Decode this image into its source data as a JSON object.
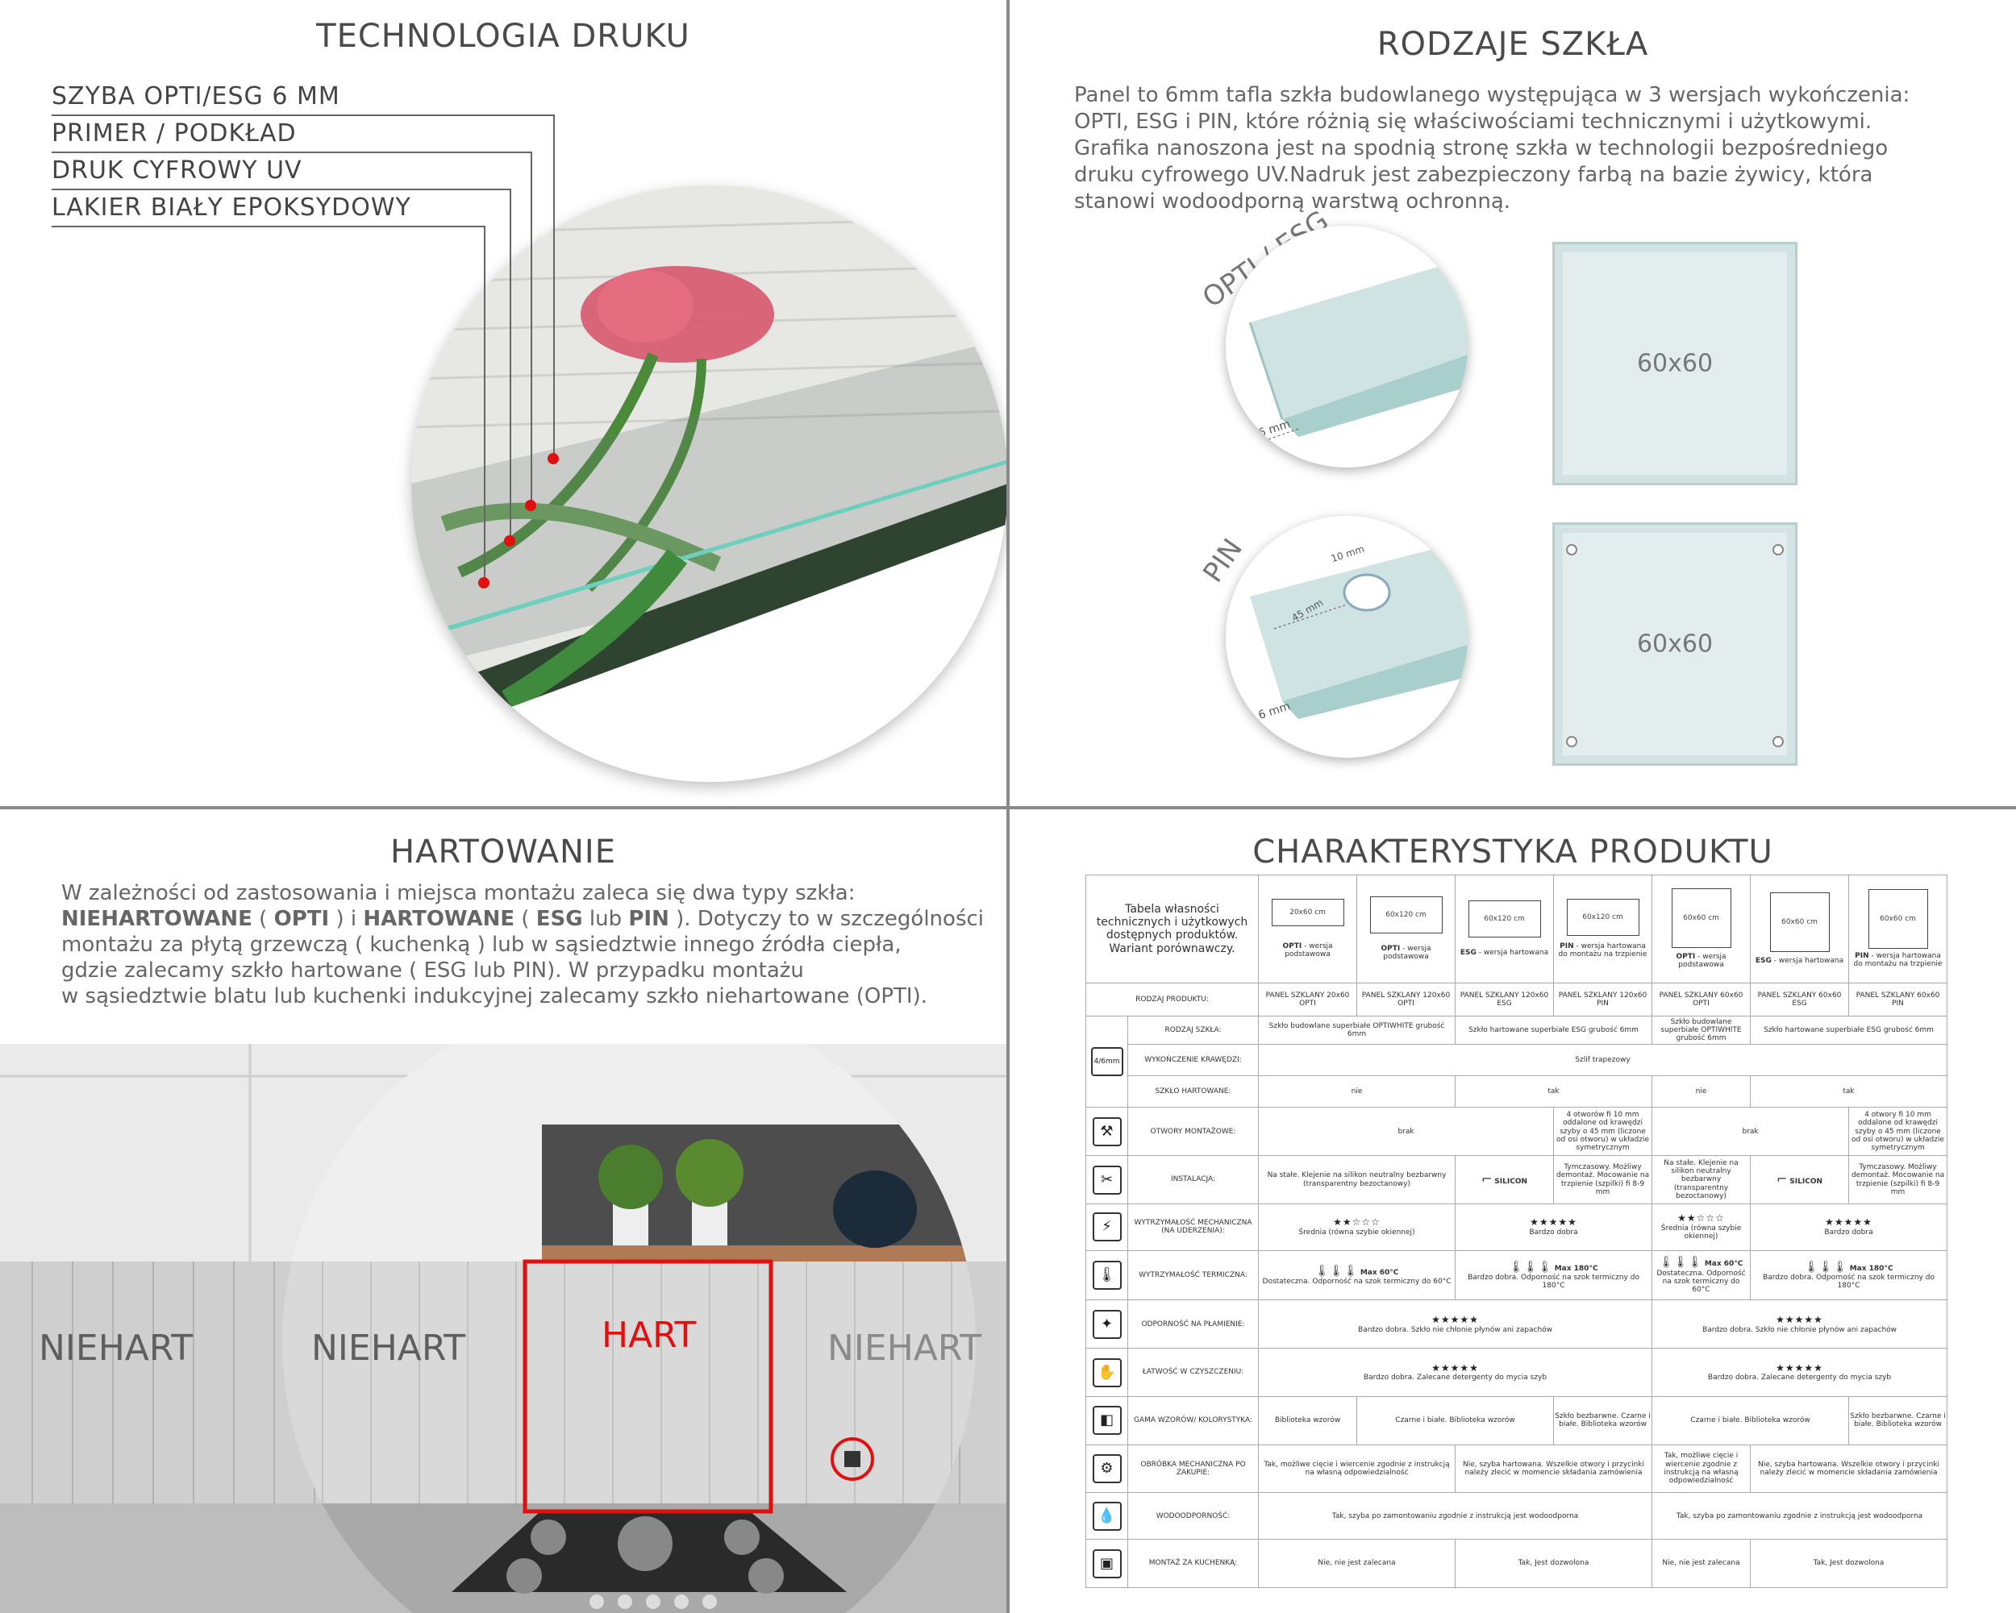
{
  "q1": {
    "title": "TECHNOLOGIA DRUKU",
    "layers": [
      "SZYBA OPTI/ESG 6 MM",
      "PRIMER / PODKŁAD",
      "DRUK CYFROWY UV",
      "LAKIER BIAŁY EPOKSYDOWY"
    ]
  },
  "q2": {
    "title": "RODZAJE SZKŁA",
    "paragraph": [
      "Panel to 6mm tafla szkła budowlanego występująca w 3 wersjach wykończenia:",
      "OPTI, ESG i PIN, które różnią się właściwościami technicznymi i użytkowymi.",
      "Grafika nanoszona jest na spodnią stronę szkła w technologii bezpośredniego",
      "druku cyfrowego UV.Nadruk jest zabezpieczony farbą na bazie żywicy, która",
      "stanowi wodoodporną warstwą ochronną."
    ],
    "opti_label": "OPTI / ESG",
    "pin_label": "PIN",
    "mm6": "6 mm",
    "mm10": "10 mm",
    "mm45": "45 mm",
    "panel_size_1": "60x60",
    "panel_size_2": "60x60"
  },
  "q3": {
    "title": "HARTOWANIE",
    "p1": "W zależności od zastosowania i miejsca montażu zaleca się dwa typy szkła:",
    "p2_a": "NIEHARTOWANE",
    "p2_b": " ( ",
    "p2_c": "OPTI",
    "p2_d": " ) i ",
    "p2_e": "HARTOWANE",
    "p2_f": " ( ",
    "p2_g": "ESG",
    "p2_h": " lub ",
    "p2_i": "PIN",
    "p2_j": " ). Dotyczy to w szczególności",
    "p3": "montażu za płytą grzewczą ( kuchenką ) lub w sąsiedztwie innego źródła ciepła,",
    "p4": "gdzie zalecamy szkło hartowane ( ESG lub PIN). W przypadku montażu",
    "p5": "w sąsiedztwie blatu lub kuchenki indukcyjnej zalecamy szkło niehartowane (OPTI).",
    "zones": [
      "NIEHART",
      "NIEHART",
      "HART",
      "NIEHART"
    ]
  },
  "q4": {
    "title": "CHARAKTERYSTYKA PRODUKTU",
    "table_caption": "Tabela własności technicznych i użytkowych dostępnych produktów. Wariant porównawczy.",
    "products": [
      {
        "size": "20x60 cm",
        "variant": "OPTI",
        "desc": " - wersja podstawowa",
        "name": "PANEL SZKLANY 20x60 OPTI"
      },
      {
        "size": "60x120 cm",
        "variant": "OPTI",
        "desc": " - wersja podstawowa",
        "name": "PANEL SZKLANY 120x60 OPTI"
      },
      {
        "size": "60x120 cm",
        "variant": "ESG",
        "desc": " - wersja hartowana",
        "name": "PANEL SZKLANY 120x60 ESG"
      },
      {
        "size": "60x120 cm",
        "variant": "PIN",
        "desc": " - wersja hartowana do montażu na trzpienie",
        "name": "PANEL SZKLANY 120x60 PIN"
      },
      {
        "size": "60x60 cm",
        "variant": "OPTI",
        "desc": " - wersja podstawowa",
        "name": "PANEL SZKLANY 60x60 OPTI"
      },
      {
        "size": "60x60 cm",
        "variant": "ESG",
        "desc": " - wersja hartowana",
        "name": "PANEL SZKLANY 60x60 ESG"
      },
      {
        "size": "60x60 cm",
        "variant": "PIN",
        "desc": " - wersja hartowana do montażu na trzpienie",
        "name": "PANEL SZKLANY 60x60 PIN"
      }
    ],
    "row_product": "RODZAJ PRODUKTU:",
    "rows": {
      "glass_type": "RODZAJ SZKŁA:",
      "glass_opti": "Szkło budowlane superbiałe OPTIWHITE grubość 6mm",
      "glass_esg": "Szkło hartowane superbiałe ESG grubość 6mm",
      "glass_opti2": "Szkło budowlane superbiałe OPTIWHITE grubość 6mm",
      "glass_esg2": "Szkło hartowane superbiałe ESG grubość 6mm",
      "edge": "WYKOŃCZENIE KRAWĘDZI:",
      "edge_val": "Szlif trapezowy",
      "edge_icon": "4/6mm",
      "temper": "SZKŁO HARTOWANE:",
      "nie": "nie",
      "tak": "tak",
      "holes": "OTWORY MONTAŻOWE:",
      "brak": "brak",
      "holes_pin": "4 otworów fi 10 mm oddalone od krawędzi szyby o 45 mm (liczone od osi otworu) w układzie symetrycznym",
      "holes_pin2": "4 otwory fi 10 mm oddalone od krawędzi szyby o 45 mm (liczone od osi otworu) w układzie symetrycznym",
      "install": "INSTALACJA:",
      "install_opti": "Na stałe. Klejenie na silikon neutralny bezbarwny (transparentny bezoctanowy)",
      "silicon": "SILICON",
      "install_pin": "Tymczasowy. Możliwy demontaż. Mocowanie na trzpienie (szpilki) fi 8-9 mm",
      "mech": "WYTRZYMAŁOŚĆ MECHANICZNA (NA UDERZENIA):",
      "stars2": "★★☆☆☆",
      "stars5": "★★★★★",
      "srednia": "Średnia (równa szybie okiennej)",
      "bdobra": "Bardzo dobra",
      "thermal": "WYTRZYMAŁOŚĆ TERMICZNA:",
      "therm_opti": "Dostateczna. Odporność na szok termiczny do 60°C",
      "therm_esg": "Bardzo dobra. Odporność na szok termiczny do 180°C",
      "max60": "Max 60°C",
      "max180": "Max 180°C",
      "fire": "ODPORNOŚĆ NA PŁAMIENIE:",
      "fire_val": "Bardzo dobra. Szkło nie chłonie płynów ani zapachów",
      "clean": "ŁATWOŚĆ W CZYSZCZENIU:",
      "clean_val": "Bardzo dobra. Zalecane detergenty do mycia szyb",
      "gama": "GAMA WZORÓW/ KOLORYSTYKA:",
      "bibl": "Biblioteka wzorów",
      "czarne": "Czarne i białe. Biblioteka wzorów",
      "bezb": "Szkło bezbarwne. Czarne i białe. Biblioteka wzorów",
      "obr": "OBRÓBKA MECHANICZNA PO ZAKUPIE:",
      "obr_opti": "Tak, możliwe cięcie i wiercenie zgodnie z instrukcją na własną odpowiedzialność",
      "obr_esg": "Nie, szyba hartowana. Wszelkie otwory i przycinki należy zlecić w momencie składania zamówienia",
      "water": "WODOODPORNOŚĆ:",
      "water_val": "Tak, szyba po zamontowaniu zgodnie z instrukcją jest wodoodporna",
      "cook": "MONTAŻ ZA KUCHENKĄ:",
      "cook_no": "Nie, nie jest zalecana",
      "cook_yes": "Tak, Jest dozwolona"
    }
  },
  "colors": {
    "accent_red": "#e01010",
    "divider": "#8a8a8a",
    "glass": "#cfe3e2"
  }
}
